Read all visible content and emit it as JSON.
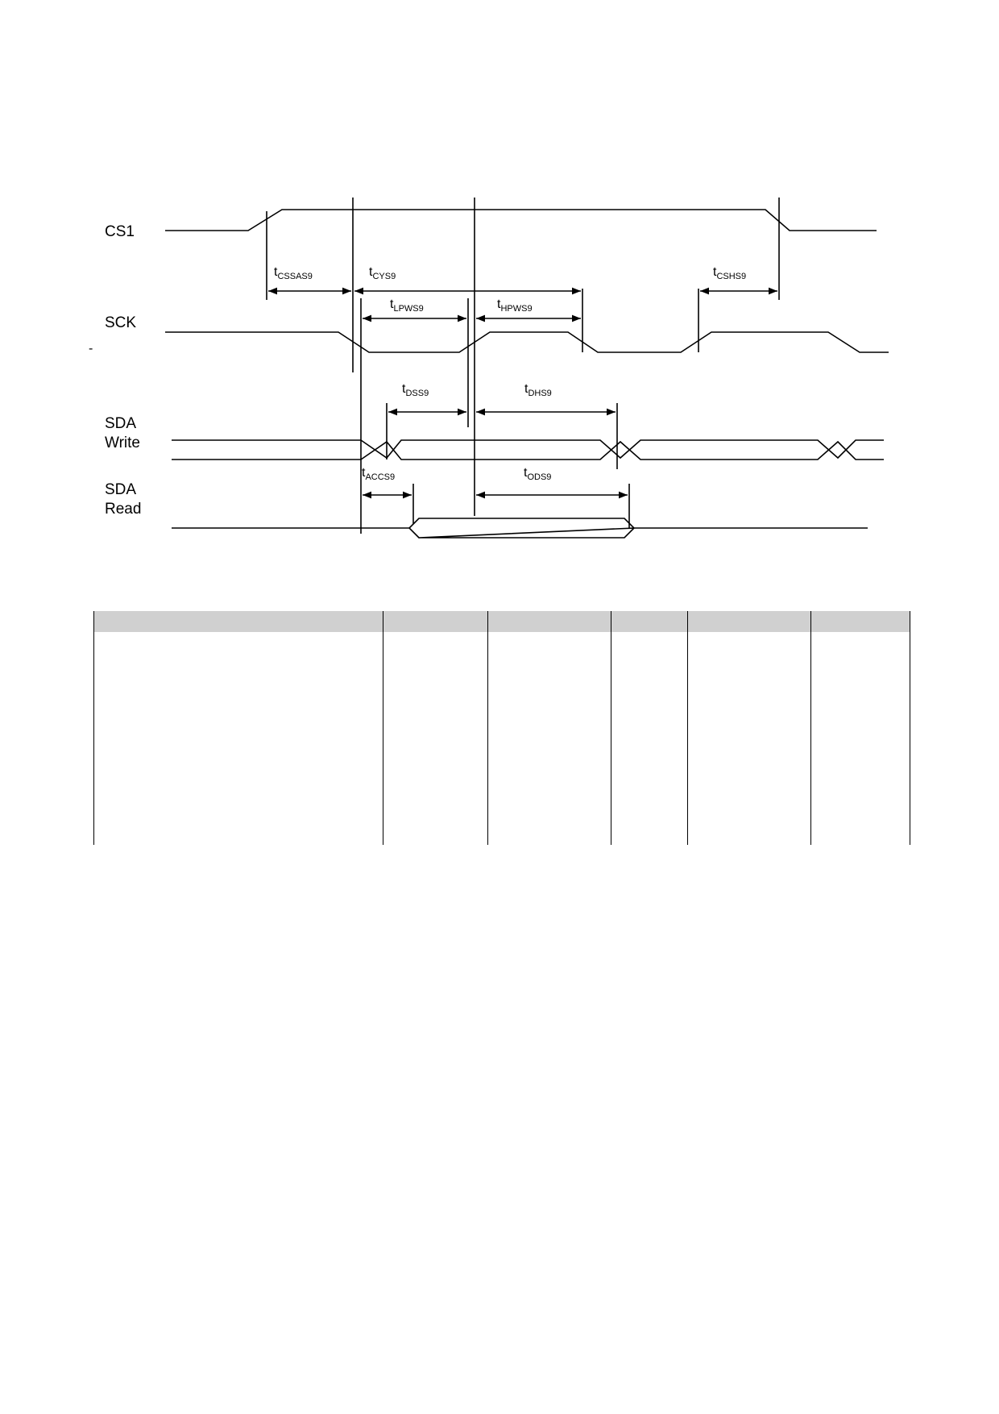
{
  "diagram": {
    "signals": {
      "cs1": "CS1",
      "sck": "SCK",
      "sda_write": [
        "SDA",
        "Write"
      ],
      "sda_read": [
        "SDA",
        "Read"
      ]
    },
    "timing_params": {
      "tcssas": {
        "t": "t",
        "sub": "CSSAS9"
      },
      "tcys": {
        "t": "t",
        "sub": "CYS9"
      },
      "tcshs": {
        "t": "t",
        "sub": "CSHS9"
      },
      "tlpws": {
        "t": "t",
        "sub": "LPWS9"
      },
      "thpws": {
        "t": "t",
        "sub": "HPWS9"
      },
      "tdss": {
        "t": "t",
        "sub": "DSS9"
      },
      "tdhs": {
        "t": "t",
        "sub": "DHS9"
      },
      "taccs": {
        "t": "t",
        "sub": "ACCS9"
      },
      "tods": {
        "t": "t",
        "sub": "ODS9"
      }
    },
    "stray_mark": "-"
  },
  "table": {
    "headers": [
      "",
      "",
      "",
      "",
      "",
      ""
    ],
    "header_color": "#d0d0d0"
  }
}
